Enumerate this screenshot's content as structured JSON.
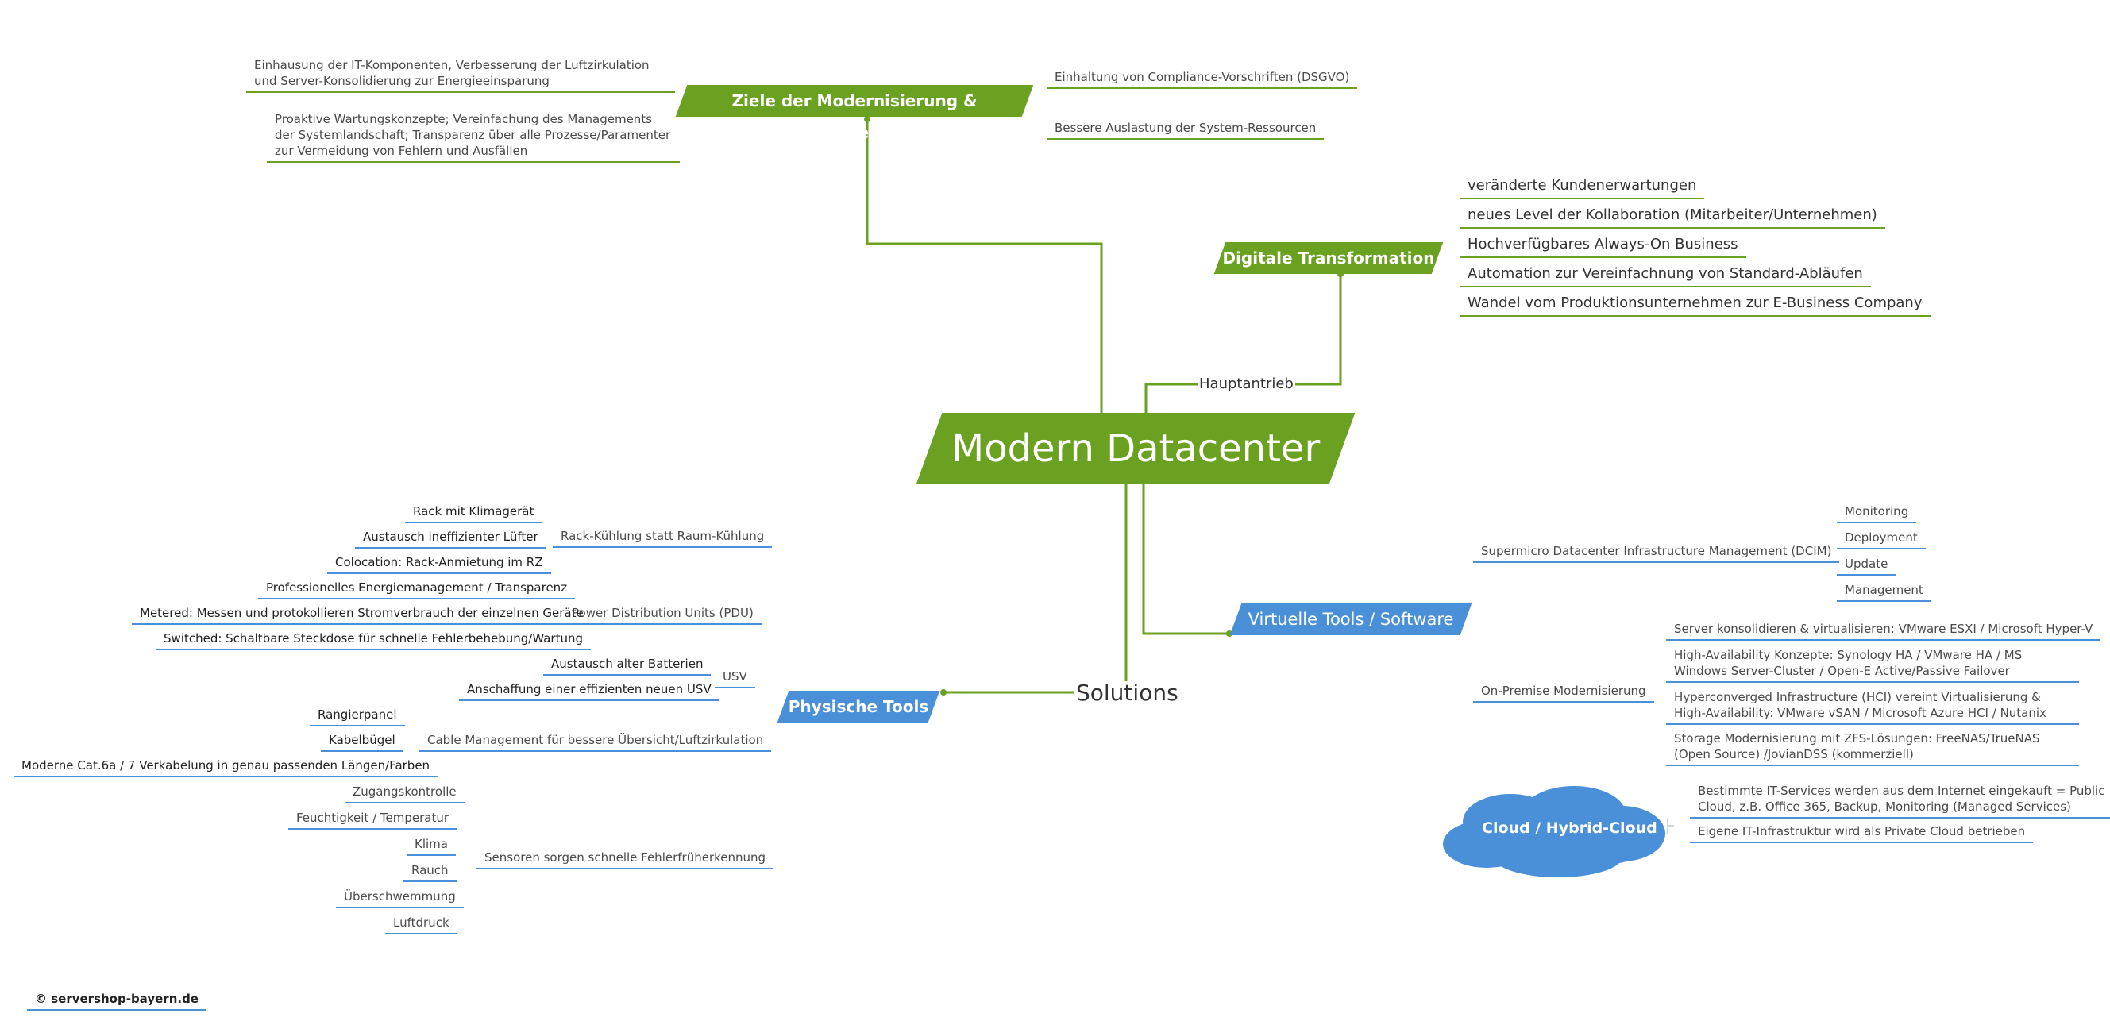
{
  "center": "Modern Datacenter",
  "ziele": {
    "title": "Ziele der Modernisierung & Optimierung",
    "left": [
      "Einhausung der IT-Komponenten, Verbesserung der Luftzirkulation und Server-Konsolidierung zur Energieeinsparung",
      "Proaktive Wartungskonzepte; Vereinfachung des Managements der Systemlandschaft; Transparenz über alle Prozesse/Paramenter zur Vermeidung von Fehlern und Ausfällen"
    ],
    "right": [
      "Einhaltung von Compliance-Vorschriften (DSGVO)",
      "Bessere Auslastung der System-Ressourcen"
    ]
  },
  "digital": {
    "title": "Digitale Transformation",
    "connector": "Hauptantrieb",
    "items": [
      "veränderte Kundenerwartungen",
      "neues Level der Kollaboration (Mitarbeiter/Unternehmen)",
      "Hochverfügbares Always-On Business",
      "Automation zur Vereinfachnung von Standard-Abläufen",
      "Wandel vom Produktionsunternehmen zur E-Business Company"
    ]
  },
  "solutions": {
    "label": "Solutions"
  },
  "virtual": {
    "title": "Virtuelle Tools / Software",
    "dcim": {
      "label": "Supermicro Datacenter Infrastructure Management (DCIM)",
      "items": [
        "Monitoring",
        "Deployment",
        "Update",
        "Management"
      ]
    },
    "onprem": {
      "label": "On-Premise Modernisierung",
      "items": [
        "Server konsolidieren & virtualisieren: VMware ESXI / Microsoft Hyper-V",
        "High-Availability Konzepte: Synology HA / VMware HA / MS Windows Server-Cluster / Open-E Active/Passive Failover",
        "Hyperconverged Infrastructure (HCI) vereint Virtualisierung & High-Availability: VMware vSAN / Microsoft Azure HCI / Nutanix",
        "Storage Modernisierung mit ZFS-Lösungen: FreeNAS/TrueNAS (Open Source) /JovianDSS (kommerziell)"
      ]
    },
    "cloud": {
      "label": "Cloud / Hybrid-Cloud",
      "items": [
        "Bestimmte IT-Services werden aus dem Internet eingekauft = Public Cloud, z.B. Office 365, Backup, Monitoring (Managed Services)",
        "Eigene IT-Infrastruktur wird als Private Cloud betrieben"
      ]
    }
  },
  "physical": {
    "title": "Physische Tools",
    "rack": {
      "label": "Rack-Kühlung statt Raum-Kühlung",
      "items": [
        "Rack mit Klimagerät",
        "Austausch ineffizienter Lüfter",
        "Colocation: Rack-Anmietung im RZ"
      ]
    },
    "pdu": {
      "label": "Power Distribution Units (PDU)",
      "items": [
        "Professionelles Energiemanagement / Transparenz",
        "Metered: Messen und protokollieren Stromverbrauch der einzelnen Geräte",
        "Switched: Schaltbare Steckdose für schnelle Fehlerbehebung/Wartung"
      ]
    },
    "usv": {
      "label": "USV",
      "items": [
        "Austausch alter Batterien",
        "Anschaffung einer effizienten neuen USV"
      ]
    },
    "cable": {
      "label": "Cable Management für bessere Übersicht/Luftzirkulation",
      "items": [
        "Rangierpanel",
        "Kabelbügel",
        "Moderne Cat.6a / 7 Verkabelung in genau passenden Längen/Farben"
      ]
    },
    "sensors": {
      "label": "Sensoren sorgen schnelle Fehlerfrüherkennung",
      "items": [
        "Zugangskontrolle",
        "Feuchtigkeit / Temperatur",
        "Klima",
        "Rauch",
        "Überschwemmung",
        "Luftdruck"
      ]
    }
  },
  "footer": "© servershop-bayern.de"
}
